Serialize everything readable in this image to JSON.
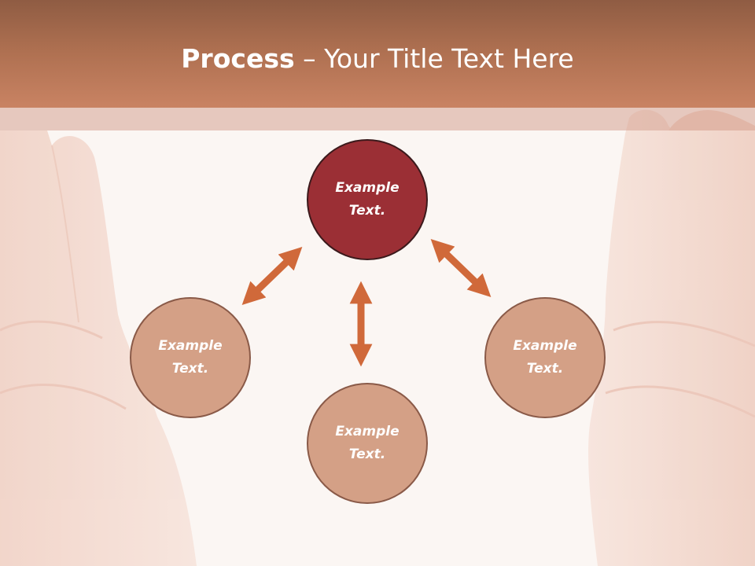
{
  "title": {
    "bold": "Process",
    "rest": " – Your Title Text Here"
  },
  "nodes": {
    "top": {
      "line1": "Example",
      "line2": "Text."
    },
    "left": {
      "line1": "Example",
      "line2": "Text."
    },
    "right": {
      "line1": "Example",
      "line2": "Text."
    },
    "bottom": {
      "line1": "Example",
      "line2": "Text."
    }
  },
  "colors": {
    "header": "#b87656",
    "primary_node": "#9b2f35",
    "secondary_node": "#d4a086",
    "arrow": "#d0693a"
  }
}
